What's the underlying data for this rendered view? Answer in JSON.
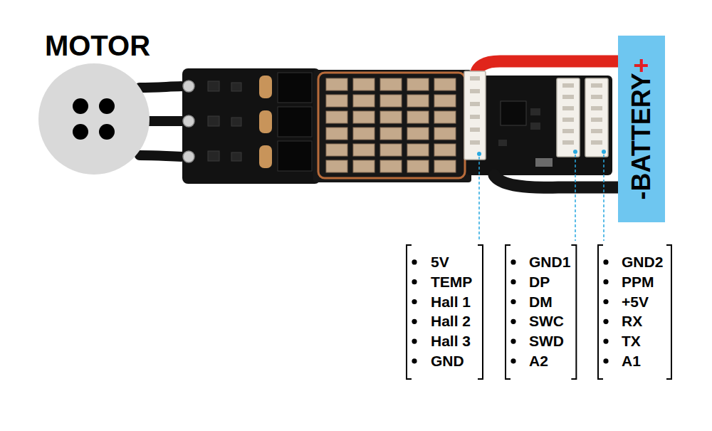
{
  "diagram": {
    "nodes": [
      {
        "text": [
          "MOTOR"
        ]
      },
      {
        "text": [
          "-",
          "BATTERY",
          "+"
        ]
      },
      {
        "text": [
          "5V",
          "TEMP",
          "Hall 1",
          "Hall 2",
          "Hall 3",
          "GND"
        ]
      },
      {
        "text": [
          "GND1",
          "DP",
          "DM",
          "SWC",
          "SWD",
          "A2"
        ]
      },
      {
        "text": [
          "GND2",
          "PPM",
          "+5V",
          "RX",
          "TX",
          "A1"
        ]
      }
    ]
  }
}
